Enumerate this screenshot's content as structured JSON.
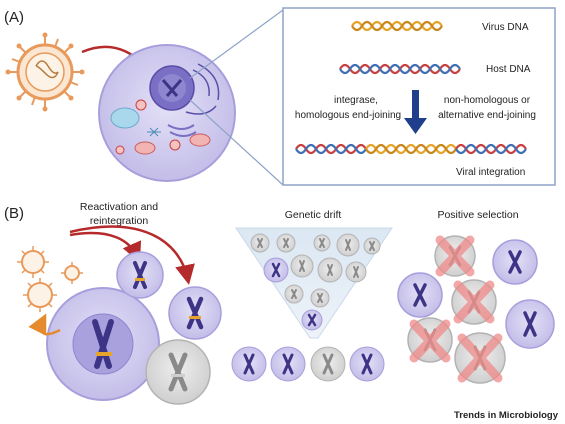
{
  "panel_a": {
    "label": "(A)",
    "virus_dna": "Virus DNA",
    "host_dna": "Host DNA",
    "left_mechanism_line1": "integrase,",
    "left_mechanism_line2": "homologous end-joining",
    "right_mechanism_line1": "non-homologous or",
    "right_mechanism_line2": "alternative end-joining",
    "result": "Viral integration"
  },
  "panel_b": {
    "label": "(B)",
    "reactivation_line1": "Reactivation and",
    "reactivation_line2": "reintegration",
    "drift": "Genetic drift",
    "selection": "Positive selection"
  },
  "footer": {
    "journal": "Trends in Microbiology"
  },
  "colors": {
    "virus_dna": "#e6a52a",
    "host_dna_red": "#c94040",
    "host_dna_blue": "#3f6fb5",
    "cell_fill": "#cbc7ec",
    "chromosome": "#5a4fa8",
    "arrow_red": "#b52a2a",
    "arrow_orange": "#e68a2e",
    "arrow_blue": "#1f3e8c",
    "cross": "#f08a8a"
  }
}
